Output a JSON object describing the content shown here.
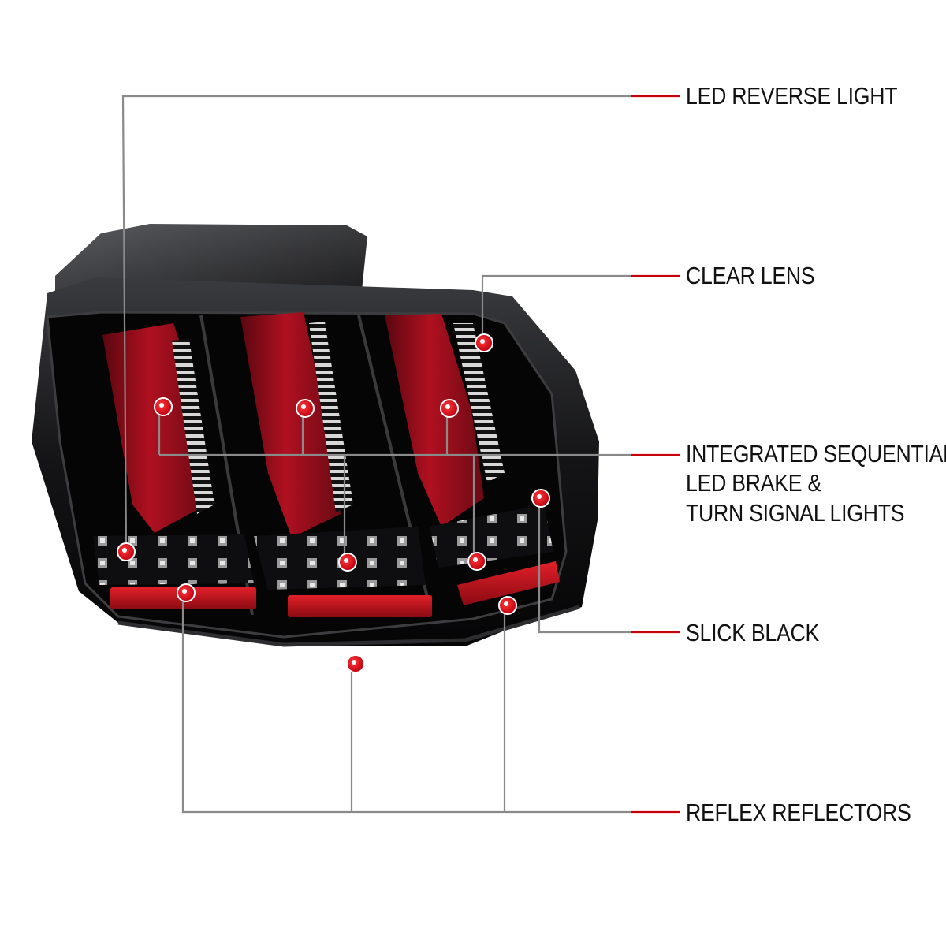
{
  "labels": {
    "reverse": "LED REVERSE LIGHT",
    "lens": "CLEAR LENS",
    "seq_line1": "INTEGRATED SEQUENTIAL",
    "seq_line2": "LED BRAKE &",
    "seq_line3": "TURN SIGNAL LIGHTS",
    "black": "SLICK BLACK",
    "reflex": "REFLEX REFLECTORS"
  },
  "colors": {
    "accent": "#c8000a",
    "leader": "#8a8a8a",
    "housing": "#0d0d0f",
    "lens_red": "#8e0d18"
  }
}
